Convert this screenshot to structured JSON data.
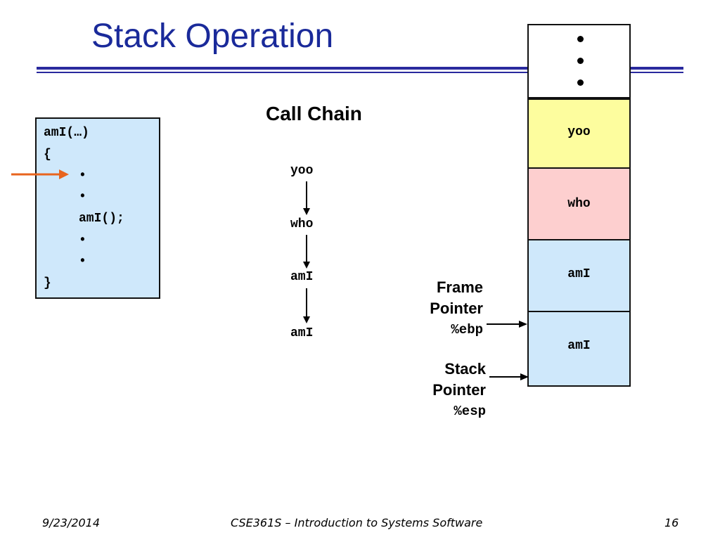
{
  "slide": {
    "title": "Stack Operation",
    "code": {
      "lines": [
        "amI(…)",
        "{",
        "•",
        "•",
        "amI();",
        "•",
        "•",
        "}"
      ]
    },
    "call_chain": {
      "title": "Call Chain",
      "items": [
        "yoo",
        "who",
        "amI",
        "amI"
      ]
    },
    "stack": {
      "frames": [
        {
          "label": "yoo",
          "color": "#fdfd9e"
        },
        {
          "label": "who",
          "color": "#fdcfcf"
        },
        {
          "label": "amI",
          "color": "#cfe8fb"
        },
        {
          "label": "amI",
          "color": "#cfe8fb"
        }
      ]
    },
    "frame_pointer": {
      "line1": "Frame",
      "line2": "Pointer",
      "register": "%ebp"
    },
    "stack_pointer": {
      "line1": "Stack",
      "line2": "Pointer",
      "register": "%esp"
    },
    "colors": {
      "title": "#1a2a9a",
      "rule": "#2a2a9e",
      "pc_arrow": "#e8641e"
    }
  },
  "footer": {
    "date": "9/23/2014",
    "course": "CSE361S – Introduction to Systems Software",
    "page": "16"
  }
}
